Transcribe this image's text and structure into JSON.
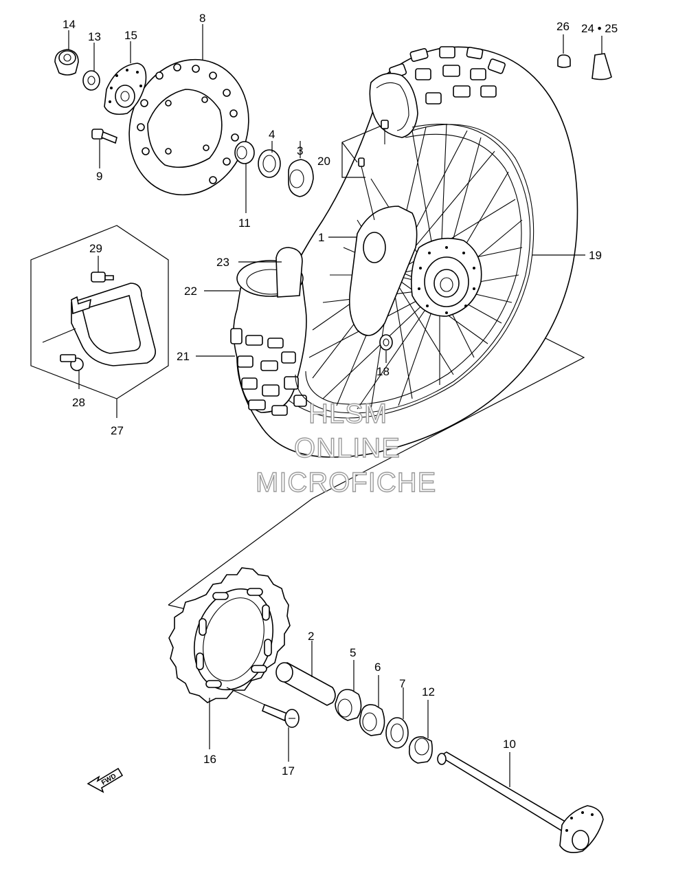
{
  "callouts": {
    "c1": "1",
    "c2": "2",
    "c3": "3",
    "c4": "4",
    "c5": "5",
    "c6": "6",
    "c7": "7",
    "c8": "8",
    "c9": "9",
    "c10": "10",
    "c11": "11",
    "c12": "12",
    "c13": "13",
    "c14": "14",
    "c15": "15",
    "c16": "16",
    "c17": "17",
    "c18": "18",
    "c19": "19",
    "c20": "20",
    "c21": "21",
    "c22": "22",
    "c23": "23",
    "c24_25": "24 • 25",
    "c26": "26",
    "c27": "27",
    "c28": "28",
    "c29": "29"
  },
  "watermark": {
    "line1": "HLSM",
    "line2": "ONLINE",
    "line3": "MICROFICHE"
  },
  "direction_arrow": {
    "label": "FWD"
  },
  "colors": {
    "line": "#000000",
    "watermark_outline": "#9a9a9a",
    "background": "#ffffff"
  }
}
